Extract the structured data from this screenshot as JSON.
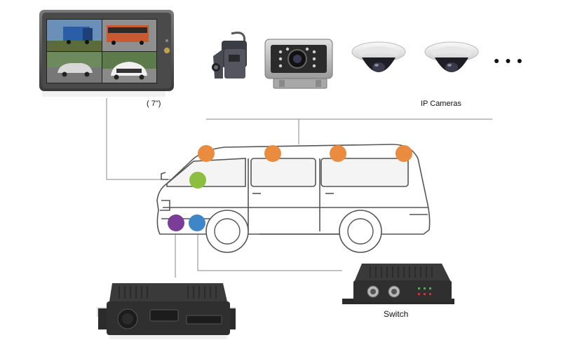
{
  "monitor": {
    "size_label": "( 7\")"
  },
  "cameras": {
    "label": "IP Cameras",
    "more_dots": "● ● ●"
  },
  "switch": {
    "label": "Switch"
  },
  "colors": {
    "orange": "#ea8c3f",
    "green": "#8cbf3f",
    "purple": "#7a3d98",
    "blue": "#3f86c8",
    "line": "#8a8a8a",
    "device_dark": "#2e2e2e"
  }
}
